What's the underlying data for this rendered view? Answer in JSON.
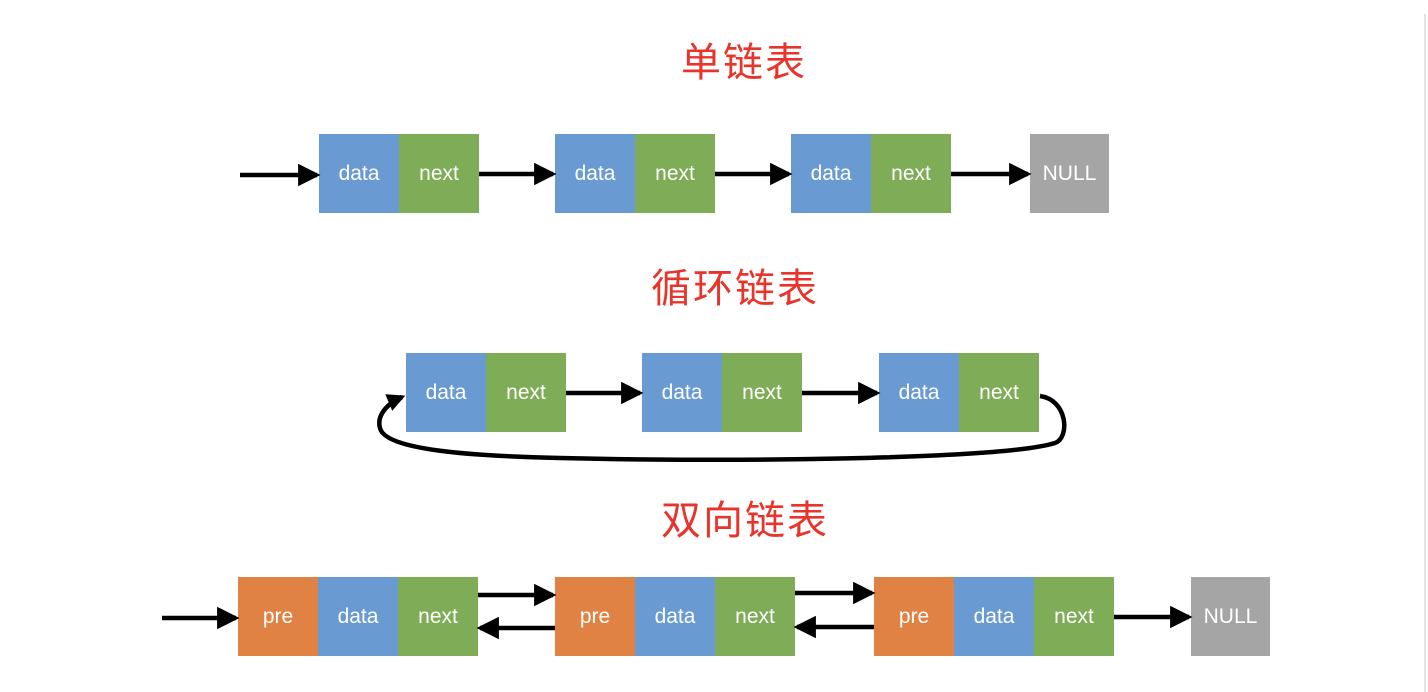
{
  "colors": {
    "title": "#e8342b",
    "data": "#6a9ad2",
    "next": "#7fac57",
    "pre": "#e08244",
    "null": "#a5a5a5",
    "arrow": "#000000"
  },
  "singly": {
    "title": "单链表",
    "nodes": [
      {
        "data": "data",
        "next": "next"
      },
      {
        "data": "data",
        "next": "next"
      },
      {
        "data": "data",
        "next": "next"
      }
    ],
    "terminal": "NULL"
  },
  "circular": {
    "title": "循环链表",
    "nodes": [
      {
        "data": "data",
        "next": "next"
      },
      {
        "data": "data",
        "next": "next"
      },
      {
        "data": "data",
        "next": "next"
      }
    ]
  },
  "doubly": {
    "title": "双向链表",
    "nodes": [
      {
        "pre": "pre",
        "data": "data",
        "next": "next"
      },
      {
        "pre": "pre",
        "data": "data",
        "next": "next"
      },
      {
        "pre": "pre",
        "data": "data",
        "next": "next"
      }
    ],
    "terminal": "NULL"
  }
}
